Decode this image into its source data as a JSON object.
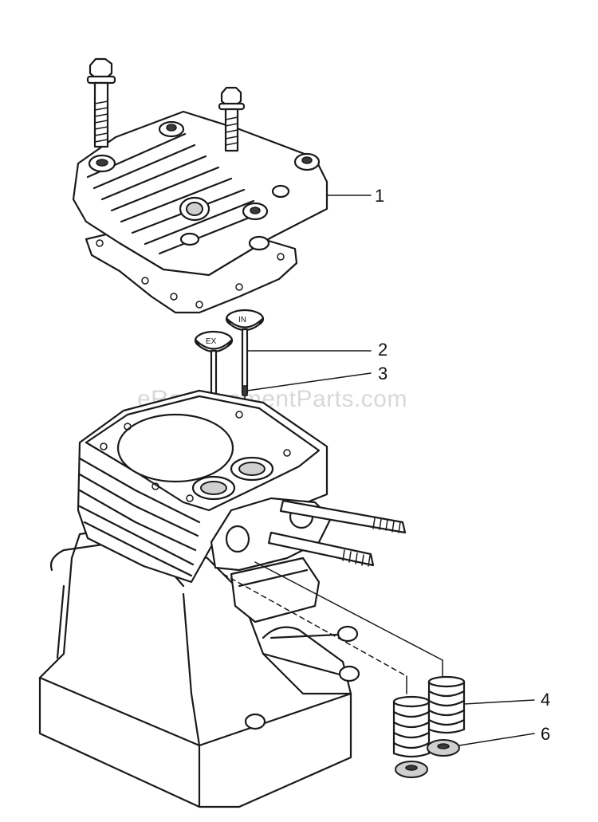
{
  "callouts": [
    {
      "id": "1",
      "label": "1"
    },
    {
      "id": "2",
      "label": "2"
    },
    {
      "id": "3",
      "label": "3"
    },
    {
      "id": "4",
      "label": "4"
    },
    {
      "id": "6",
      "label": "6"
    }
  ],
  "valve_marks": {
    "exhaust": "EX",
    "intake": "IN"
  },
  "watermark": "eReplacementParts.com"
}
